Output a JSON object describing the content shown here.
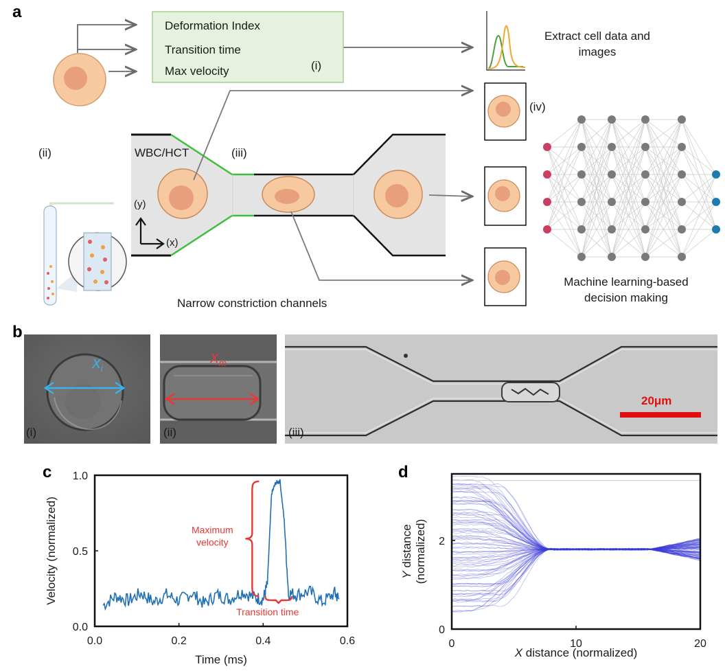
{
  "panels": {
    "a": "a",
    "b": "b",
    "c": "c",
    "d": "d"
  },
  "panel_a": {
    "metrics": [
      "Deformation Index",
      "Transition time",
      "Max velocity"
    ],
    "step_i": "(i)",
    "step_ii": "(ii)",
    "step_iii": "(iii)",
    "step_iv": "(iv)",
    "extract_label": "Extract cell data and images",
    "channel_label": "WBC/HCT",
    "axis_y": "(y)",
    "axis_x": "(x)",
    "narrow_label": "Narrow constriction channels",
    "ml_label": "Machine learning-based decision making",
    "colors": {
      "cell_fill": "#f6c9a0",
      "cell_nucleus": "#e8a07c",
      "metric_box": "#e6f1de",
      "metric_border": "#a9cc96",
      "channel_edge_green": "#3fbf3f",
      "input_node": "#c94062",
      "output_node": "#1e7bb0",
      "hidden_node": "#7a7a7a"
    }
  },
  "panel_b": {
    "sub_i": "(i)",
    "sub_ii": "(ii)",
    "sub_iii": "(iii)",
    "xi_label": "X",
    "xi_sub": "i",
    "xm_label": "X",
    "xm_sub": "m",
    "scale_label": "20μm",
    "colors": {
      "xi_arrow": "#39b3ea",
      "xm_arrow": "#e53935",
      "scale_bar": "#e01010"
    }
  },
  "panel_c": {
    "xlabel": "Time (ms)",
    "ylabel": "Velocity (normalized)",
    "max_velocity_label_1": "Maximum",
    "max_velocity_label_2": "velocity",
    "transition_label": "Transition time",
    "color_line": "#1f6fb2",
    "color_anno": "#e53935"
  },
  "panel_d": {
    "xlabel_var": "X",
    "xlabel_rest": " distance (normalized)",
    "ylabel_var": "Y",
    "ylabel_rest": " distance",
    "ylabel_line2": "(normalized)",
    "color_lines": "#3b3bd6"
  },
  "chart_data": [
    {
      "type": "line",
      "panel": "c",
      "xlabel": "Time (ms)",
      "ylabel": "Velocity (normalized)",
      "xlim": [
        0.0,
        0.6
      ],
      "ylim": [
        0.0,
        1.0
      ],
      "xticks": [
        "0.0",
        "0.2",
        "0.4",
        "0.6"
      ],
      "yticks": [
        "0.0",
        "0.5",
        "1.0"
      ],
      "series": [
        {
          "x": [
            0.02,
            0.05,
            0.08,
            0.11,
            0.14,
            0.17,
            0.2,
            0.23,
            0.26,
            0.29,
            0.32,
            0.35,
            0.38,
            0.4,
            0.41,
            0.42,
            0.43,
            0.44,
            0.45,
            0.46,
            0.48,
            0.51,
            0.54,
            0.57,
            0.58
          ],
          "y": [
            0.14,
            0.2,
            0.17,
            0.22,
            0.16,
            0.21,
            0.17,
            0.22,
            0.15,
            0.21,
            0.18,
            0.23,
            0.19,
            0.18,
            0.28,
            0.88,
            0.95,
            0.96,
            0.7,
            0.22,
            0.21,
            0.23,
            0.16,
            0.22,
            0.18
          ]
        }
      ],
      "annotations": [
        "Maximum velocity",
        "Transition time"
      ]
    },
    {
      "type": "line",
      "panel": "d",
      "xlabel": "X distance (normalized)",
      "ylabel": "Y distance (normalized)",
      "xlim": [
        0,
        20
      ],
      "ylim": [
        0,
        3.5
      ],
      "xticks": [
        "0",
        "10",
        "20"
      ],
      "yticks": [
        "0",
        "2"
      ],
      "description_values": {
        "converge_y": 1.8,
        "constriction_start_x": 7,
        "constriction_end_x": 16,
        "inlet_y_range": [
          0.4,
          3.4
        ]
      }
    }
  ]
}
